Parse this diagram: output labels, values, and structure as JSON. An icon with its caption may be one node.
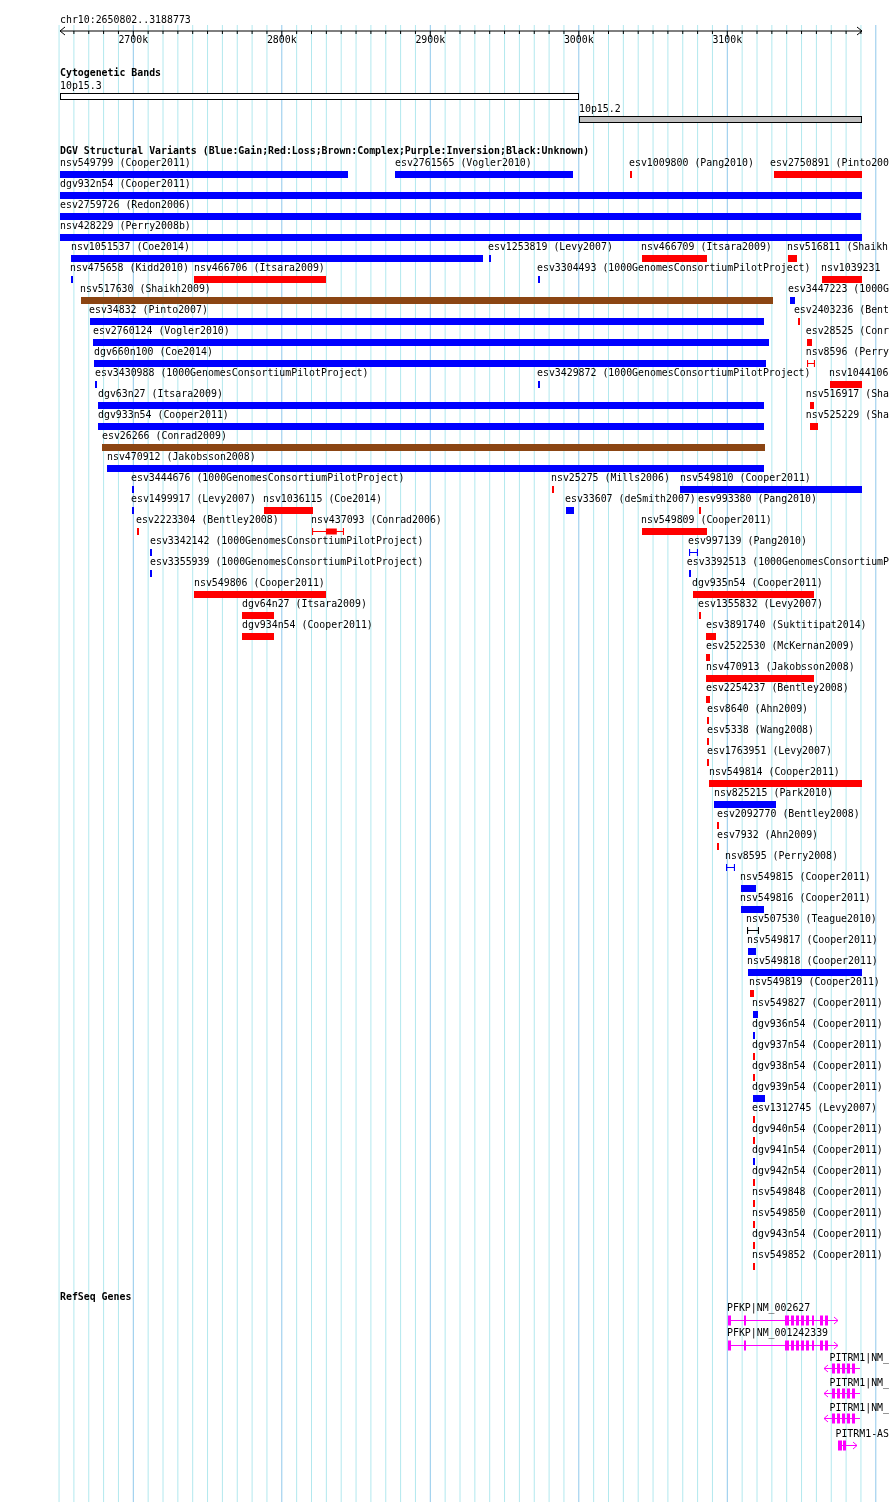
{
  "diagram": {
    "title": "chr10:2650802..3188773",
    "nodes": [
      {
        "text": [
          "10p15.3"
        ]
      },
      {
        "text": [
          "10p15.2"
        ]
      },
      {
        "text": [
          "nsv549799 (Cooper2011)"
        ]
      },
      {
        "text": [
          "esv2761565 (Vogler2010)"
        ]
      },
      {
        "text": [
          "esv1009800 (Pang2010)"
        ]
      },
      {
        "text": [
          "esv2750891 (Pinto200"
        ]
      },
      {
        "text": [
          "dgv932n54 (Cooper2011)"
        ]
      },
      {
        "text": [
          "esv2759726 (Redon2006)"
        ]
      },
      {
        "text": [
          "nsv428229 (Perry2008b)"
        ]
      },
      {
        "text": [
          "nsv1051537 (Coe2014)"
        ]
      },
      {
        "text": [
          "esv1253819 (Levy2007)"
        ]
      },
      {
        "text": [
          "nsv466709 (Itsara2009)"
        ]
      },
      {
        "text": [
          "nsv516811 (Shaikh"
        ]
      },
      {
        "text": [
          "nsv475658 (Kidd2010)"
        ]
      },
      {
        "text": [
          "nsv466706 (Itsara2009)"
        ]
      },
      {
        "text": [
          "esv3304493 (1000GenomesConsortiumPilotProject)"
        ]
      },
      {
        "text": [
          "nsv1039231"
        ]
      },
      {
        "text": [
          "nsv517630 (Shaikh2009)"
        ]
      },
      {
        "text": [
          "esv3447223 (1000G"
        ]
      },
      {
        "text": [
          "esv34832 (Pinto2007)"
        ]
      },
      {
        "text": [
          "esv2403236 (Bent"
        ]
      },
      {
        "text": [
          "esv2760124 (Vogler2010)"
        ]
      },
      {
        "text": [
          "esv28525 (Conr"
        ]
      },
      {
        "text": [
          "dgv660n100 (Coe2014)"
        ]
      },
      {
        "text": [
          "nsv8596 (Perry"
        ]
      },
      {
        "text": [
          "esv3430988 (1000GenomesConsortiumPilotProject)"
        ]
      },
      {
        "text": [
          "esv3429872 (1000GenomesConsortiumPilotProject)"
        ]
      },
      {
        "text": [
          "nsv1044106"
        ]
      },
      {
        "text": [
          "dgv63n27 (Itsara2009)"
        ]
      },
      {
        "text": [
          "nsv516917 (Sha"
        ]
      },
      {
        "text": [
          "dgv933n54 (Cooper2011)"
        ]
      },
      {
        "text": [
          "nsv525229 (Sha"
        ]
      },
      {
        "text": [
          "esv26266 (Conrad2009)"
        ]
      },
      {
        "text": [
          "nsv470912 (Jakobsson2008)"
        ]
      },
      {
        "text": [
          "esv3444676 (1000GenomesConsortiumPilotProject)"
        ]
      },
      {
        "text": [
          "nsv25275 (Mills2006)"
        ]
      },
      {
        "text": [
          "nsv549810 (Cooper2011)"
        ]
      },
      {
        "text": [
          "esv1499917 (Levy2007)"
        ]
      },
      {
        "text": [
          "nsv1036115 (Coe2014)"
        ]
      },
      {
        "text": [
          "esv33607 (deSmith2007)"
        ]
      },
      {
        "text": [
          "esv993380 (Pang2010)"
        ]
      },
      {
        "text": [
          "esv2223304 (Bentley2008)"
        ]
      },
      {
        "text": [
          "nsv437093 (Conrad2006)"
        ]
      },
      {
        "text": [
          "nsv549809 (Cooper2011)"
        ]
      },
      {
        "text": [
          "esv3342142 (1000GenomesConsortiumPilotProject)"
        ]
      },
      {
        "text": [
          "esv997139 (Pang2010)"
        ]
      },
      {
        "text": [
          "esv3355939 (1000GenomesConsortiumPilotProject)"
        ]
      },
      {
        "text": [
          "esv3392513 (1000GenomesConsortiumP"
        ]
      },
      {
        "text": [
          "nsv549806 (Cooper2011)"
        ]
      },
      {
        "text": [
          "dgv935n54 (Cooper2011)"
        ]
      },
      {
        "text": [
          "dgv64n27 (Itsara2009)"
        ]
      },
      {
        "text": [
          "esv1355832 (Levy2007)"
        ]
      },
      {
        "text": [
          "dgv934n54 (Cooper2011)"
        ]
      },
      {
        "text": [
          "esv3891740 (Suktitipat2014)"
        ]
      },
      {
        "text": [
          "esv2522530 (McKernan2009)"
        ]
      },
      {
        "text": [
          "nsv470913 (Jakobsson2008)"
        ]
      },
      {
        "text": [
          "esv2254237 (Bentley2008)"
        ]
      },
      {
        "text": [
          "esv8640 (Ahn2009)"
        ]
      },
      {
        "text": [
          "esv5338 (Wang2008)"
        ]
      },
      {
        "text": [
          "esv1763951 (Levy2007)"
        ]
      },
      {
        "text": [
          "nsv549814 (Cooper2011)"
        ]
      },
      {
        "text": [
          "nsv825215 (Park2010)"
        ]
      },
      {
        "text": [
          "esv2092770 (Bentley2008)"
        ]
      },
      {
        "text": [
          "esv7932 (Ahn2009)"
        ]
      },
      {
        "text": [
          "nsv8595 (Perry2008)"
        ]
      },
      {
        "text": [
          "nsv549815 (Cooper2011)"
        ]
      },
      {
        "text": [
          "nsv549816 (Cooper2011)"
        ]
      },
      {
        "text": [
          "nsv507530 (Teague2010)"
        ]
      },
      {
        "text": [
          "nsv549817 (Cooper2011)"
        ]
      },
      {
        "text": [
          "nsv549818 (Cooper2011)"
        ]
      },
      {
        "text": [
          "nsv549819 (Cooper2011)"
        ]
      },
      {
        "text": [
          "nsv549827 (Cooper2011)"
        ]
      },
      {
        "text": [
          "dgv936n54 (Cooper2011)"
        ]
      },
      {
        "text": [
          "dgv937n54 (Cooper2011)"
        ]
      },
      {
        "text": [
          "dgv938n54 (Cooper2011)"
        ]
      },
      {
        "text": [
          "dgv939n54 (Cooper2011)"
        ]
      },
      {
        "text": [
          "esv1312745 (Levy2007)"
        ]
      },
      {
        "text": [
          "dgv940n54 (Cooper2011)"
        ]
      },
      {
        "text": [
          "dgv941n54 (Cooper2011)"
        ]
      },
      {
        "text": [
          "dgv942n54 (Cooper2011)"
        ]
      },
      {
        "text": [
          "nsv549848 (Cooper2011)"
        ]
      },
      {
        "text": [
          "nsv549850 (Cooper2011)"
        ]
      },
      {
        "text": [
          "dgv943n54 (Cooper2011)"
        ]
      },
      {
        "text": [
          "nsv549852 (Cooper2011)"
        ]
      },
      {
        "text": [
          "PFKP|NM_002627"
        ]
      },
      {
        "text": [
          "PFKP|NM_001242339"
        ]
      },
      {
        "text": [
          "PITRM1|NM_"
        ]
      },
      {
        "text": [
          "PITRM1|NM_"
        ]
      },
      {
        "text": [
          "PITRM1|NM_"
        ]
      },
      {
        "text": [
          "PITRM1-AS"
        ]
      }
    ],
    "labels": [
      "2700k",
      "2800k",
      "2900k",
      "3000k",
      "3100k",
      "Cytogenetic Bands",
      "DGV Structural Variants (Blue:Gain;Red:Loss;Brown:Complex;Purple:Inversion;Black:Unknown)",
      "RefSeq Genes"
    ]
  }
}
